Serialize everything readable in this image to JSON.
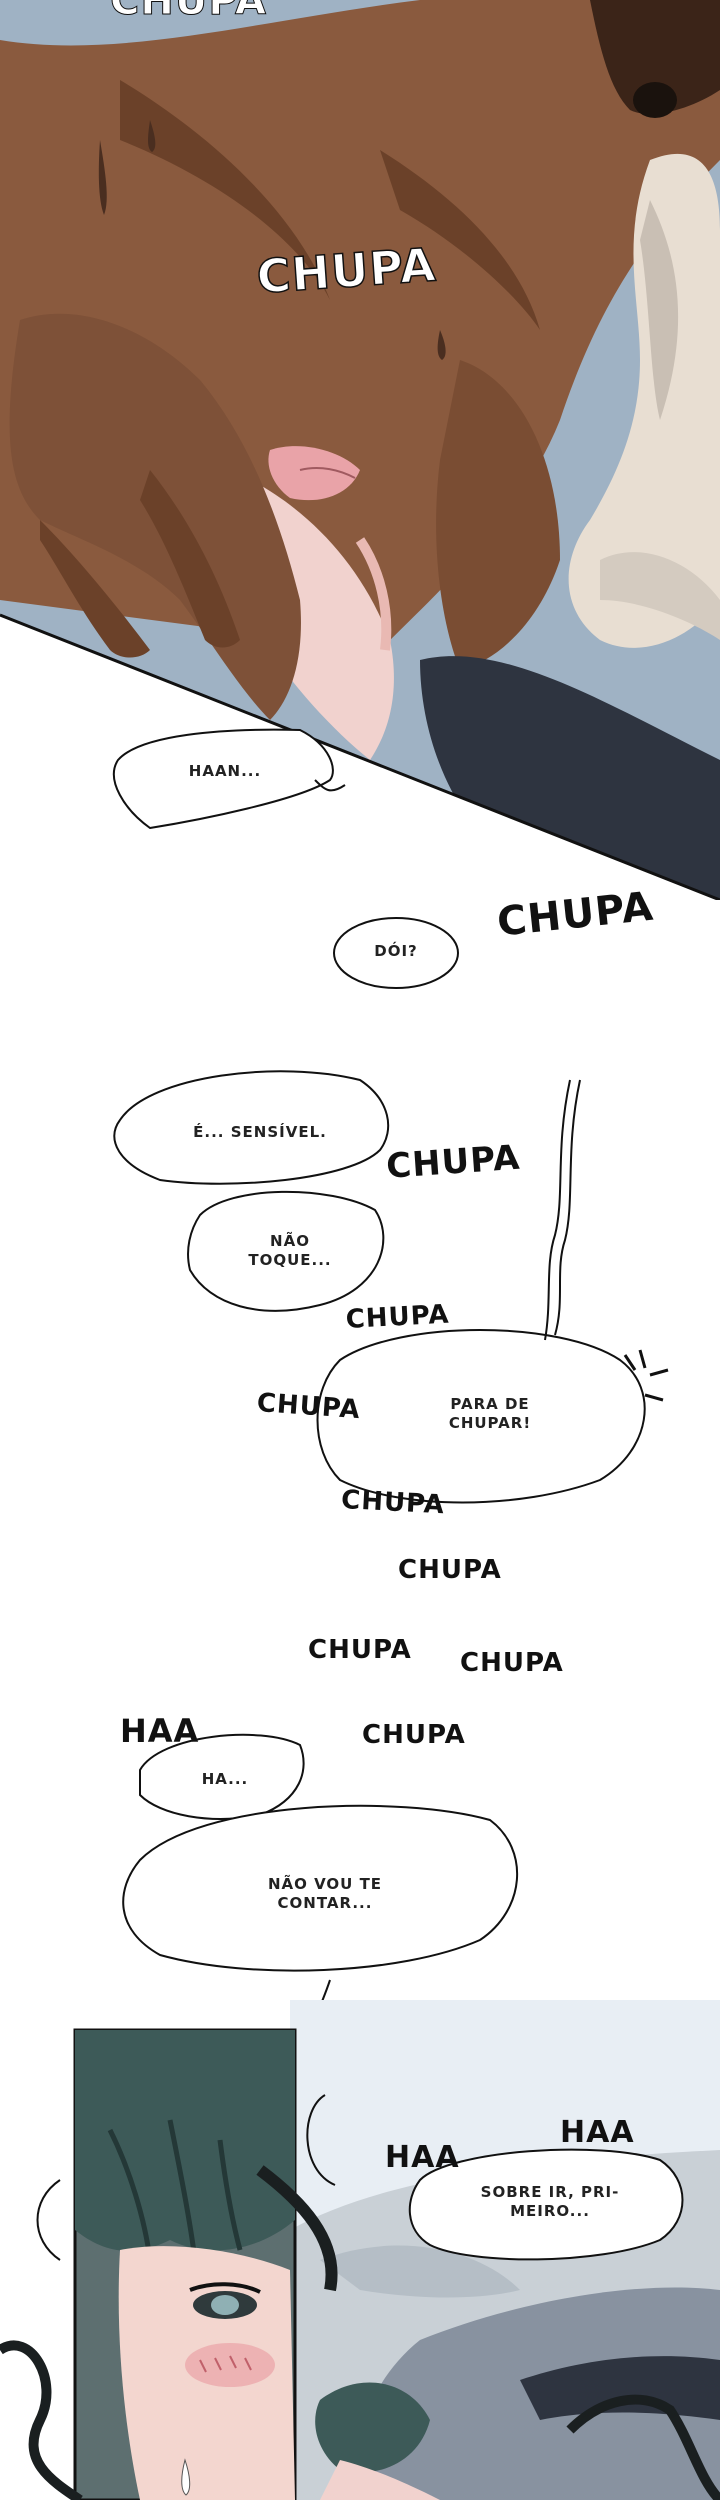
{
  "sfx": {
    "top_cut": "CHUPA",
    "panel1": "CHUPA",
    "mid_1": "CHUPA",
    "mid_2": "CHUPA",
    "mid_3": "CHUPA",
    "mid_4": "CHUPA",
    "mid_5": "CHUPA",
    "mid_6": "CHUPA",
    "mid_7": "CHUPA",
    "mid_8": "CHUPA",
    "mid_9": "CHUPA",
    "haa_1": "HAA",
    "haa_2": "HAA",
    "haa_3": "HAA"
  },
  "bubbles": {
    "haan": "HAAN...",
    "doi": "DÓI?",
    "sensivel": "É... SENSÍVEL.",
    "nao_toque": "NÃO\nTOQUE...",
    "para_de_chupar": "PARA DE\nCHUPAR!",
    "ha": "HA...",
    "nao_vou_contar": "NÃO VOU TE\nCONTAR...",
    "sobre_ir": "SOBRE IR, PRI-\nMEIRO..."
  },
  "colors": {
    "skin_dark": "#8a5a3e",
    "skin_shadow": "#6b4129",
    "hair_light": "#e8ded2",
    "hair_teal": "#3d5a58",
    "cloth_dark": "#2e3440",
    "background_blue": "#9fb2c4",
    "blush": "#e99aa0"
  }
}
